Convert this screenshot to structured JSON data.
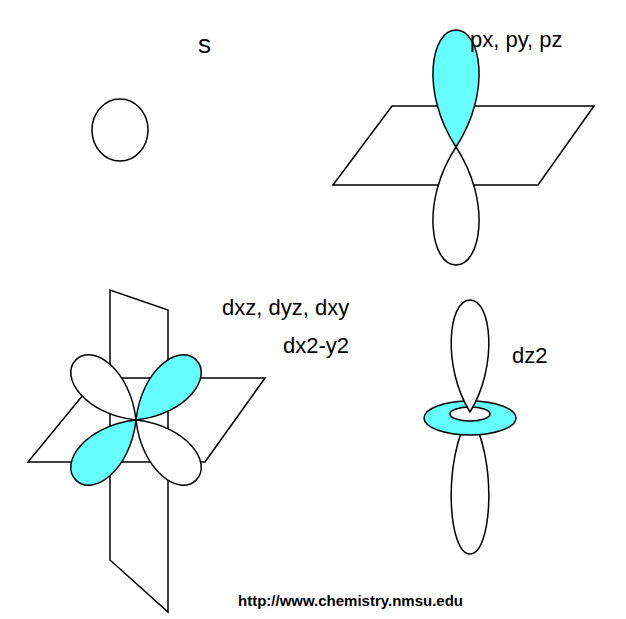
{
  "diagram": {
    "labels": [
      "s",
      "px, py, pz",
      "dxz, dyz, dxy",
      "dx2-y2",
      "dz2",
      "http://www.chemistry.nmsu.edu"
    ]
  }
}
